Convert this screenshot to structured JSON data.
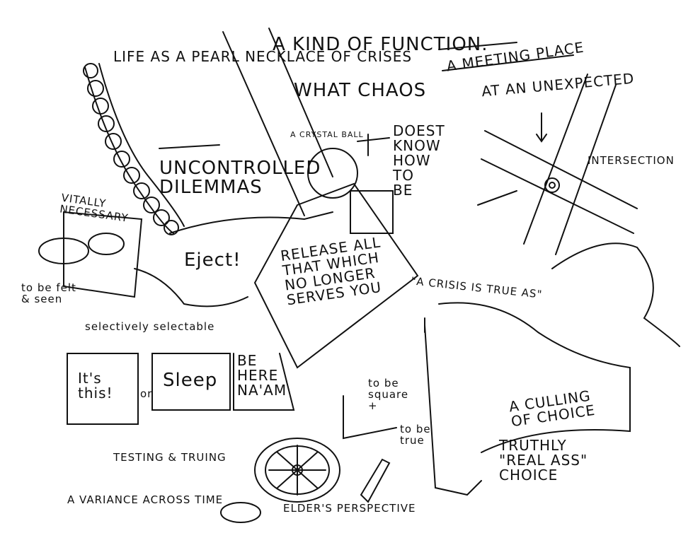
{
  "sketch": {
    "pearl_necklace": "Life as a pearl necklace of crises",
    "uncontrolled": "Uncontrolled dilemmas",
    "function": "A kind of function.",
    "chaos": "What chaos",
    "crystal_ball": "A crystal ball",
    "doest": "Doest know how to be",
    "meeting": "A meeting place",
    "unexpected": "At an unexpected",
    "intersection": "Intersection",
    "vitally": "Vitally necessary",
    "felt_seen": "to be felt & seen",
    "eject": "Eject!",
    "release": "Release all that which no longer serves you",
    "crisis": "\"A crisis is true as\"",
    "selectively": "selectively selectable",
    "its_this": "It's this!",
    "or": "or",
    "sleep": "Sleep",
    "be_here": "Be here na'am",
    "square": "to be square +",
    "true": "to be true",
    "culling": "A culling of choice",
    "testing": "Testing & truing",
    "truthly": "Truthly \"real ass\" choice",
    "variance": "A variance across time",
    "elders": "Elder's perspective"
  },
  "ink_color": "#111111"
}
